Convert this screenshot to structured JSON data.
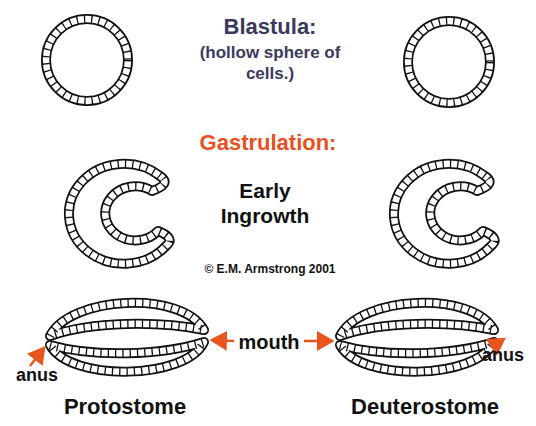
{
  "diagram": {
    "labels": [
      "Blastula:",
      "(hollow sphere of cells.)",
      "Gastrulation:",
      "Early Ingrowth",
      "© E.M. Armstrong 2001",
      "mouth",
      "anus",
      "anus",
      "Protostome",
      "Deuterostome"
    ]
  }
}
